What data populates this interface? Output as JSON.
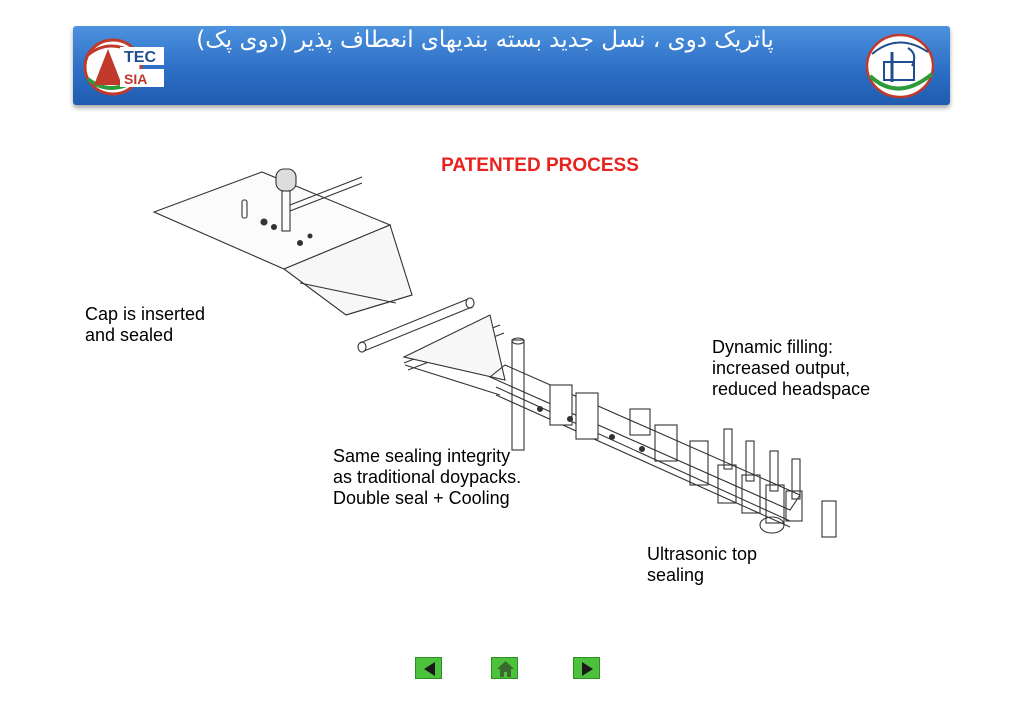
{
  "header": {
    "title": "پاتریک دوی ، نسل جدید بسته بندیهای انعطاف پذیر (دوی پک)",
    "logo_left_text": "TEC ASIA",
    "logo_right_glyph": "آ"
  },
  "diagram": {
    "title": "PATENTED PROCESS",
    "captions": {
      "cap_inserted": [
        "Cap is inserted",
        "and sealed"
      ],
      "dynamic_filling": [
        "Dynamic filling:",
        "increased output,",
        "reduced headspace"
      ],
      "sealing_integrity": [
        "Same sealing integrity",
        "as traditional doypacks.",
        "Double seal + Cooling"
      ],
      "ultrasonic": [
        "Ultrasonic top",
        "sealing"
      ]
    }
  },
  "nav": {
    "prev_icon": "arrow-left-icon",
    "home_icon": "home-icon",
    "next_icon": "arrow-right-icon",
    "button_color": "#4cc23c"
  },
  "colors": {
    "banner": "#2d6fc6",
    "title_red": "#e8231f"
  }
}
